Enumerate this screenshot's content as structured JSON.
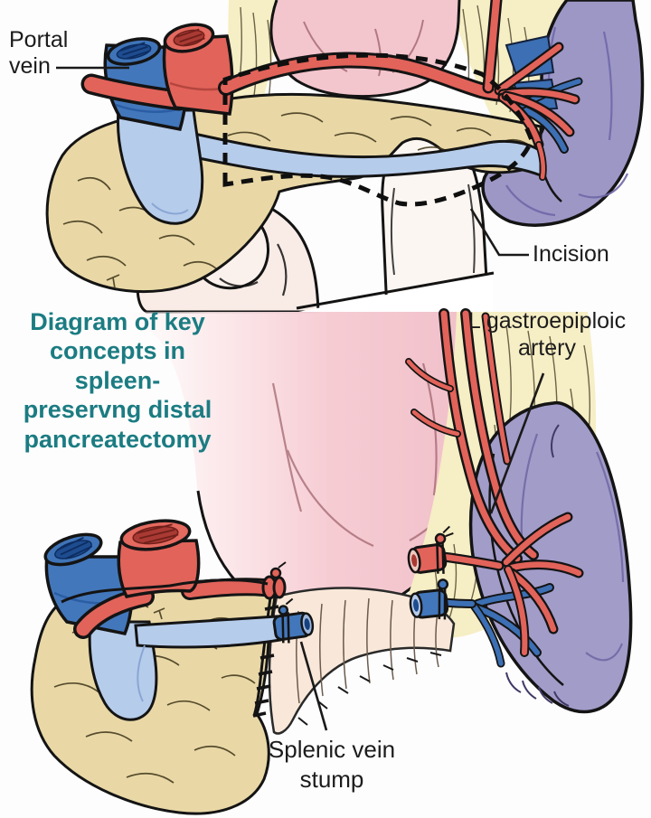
{
  "colors": {
    "title_teal": "#1b7c82",
    "label_ink": "#1c1c1c",
    "outline_ink": "#141414",
    "stomach_pink": "#f3c5cd",
    "pancreas_tan": "#e9d8a6",
    "spleen_purple": "#9d97c6",
    "portal_vein_blue": "#4377bb",
    "splenic_vein_light_blue": "#b6cceb",
    "artery_red": "#e2635a",
    "omentum_cream": "#f6eec4",
    "retroperitoneum_peach": "#f9e8d9",
    "hand_flesh": "#f9ece7",
    "background": "#fdfdfd"
  },
  "top_panel": {
    "portal_vein_label": "Portal vein",
    "incision_label": "Incision"
  },
  "bottom_panel": {
    "title_lines": [
      "Diagram of key",
      "concepts in",
      "spleen-",
      "preservng distal",
      "pancreatectomy"
    ],
    "gastroepiploic_label": "L gastroepiploic artery",
    "splenic_vein_stump_label": "Splenic vein stump"
  }
}
